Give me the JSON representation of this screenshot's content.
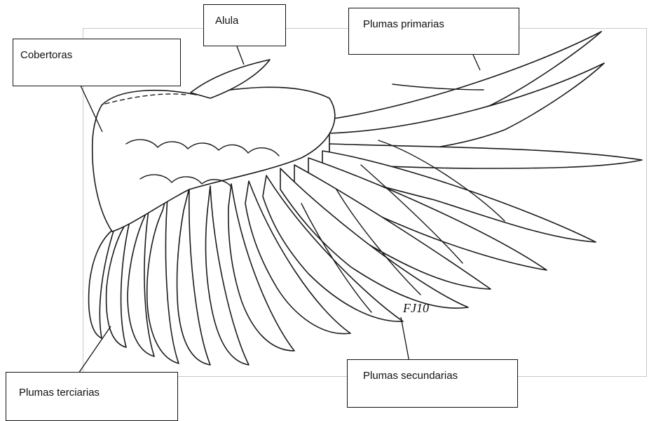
{
  "labels": {
    "cobertoras": "Cobertoras",
    "alula": "Alula",
    "primarias": "Plumas primarias",
    "secundarias": "Plumas secundarias",
    "terciarias": "Plumas terciarias"
  },
  "signature": "FJ10"
}
